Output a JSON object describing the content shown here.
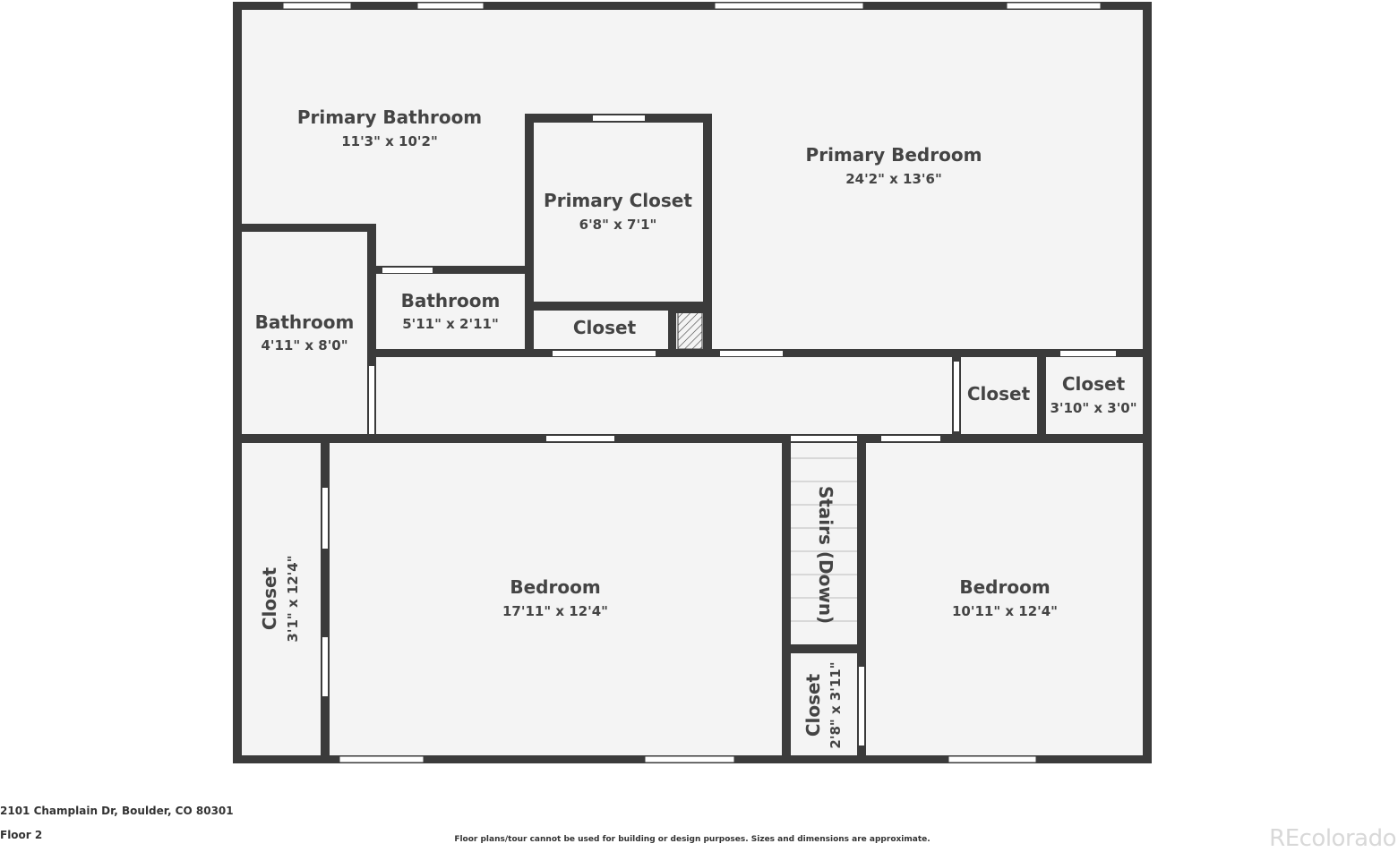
{
  "colors": {
    "wall": "#3b3b3b",
    "floor": "#f4f4f4",
    "opening": "#ffffff",
    "text": "#444444"
  },
  "rooms": {
    "primary_bathroom": {
      "name": "Primary Bathroom",
      "dims": "11'3\" x 10'2\""
    },
    "primary_closet": {
      "name": "Primary Closet",
      "dims": "6'8\" x 7'1\""
    },
    "primary_bedroom": {
      "name": "Primary Bedroom",
      "dims": "24'2\" x 13'6\""
    },
    "bathroom_small": {
      "name": "Bathroom",
      "dims": "5'11\" x 2'11\""
    },
    "bathroom_left": {
      "name": "Bathroom",
      "dims": "4'11\" x 8'0\""
    },
    "closet_hall": {
      "name": "Closet"
    },
    "closet_east_a": {
      "name": "Closet"
    },
    "closet_east_b": {
      "name": "Closet",
      "dims": "3'10\" x 3'0\""
    },
    "closet_west": {
      "name": "Closet",
      "dims": "3'1\" x 12'4\""
    },
    "bedroom_left": {
      "name": "Bedroom",
      "dims": "17'11\" x 12'4\""
    },
    "stairs": {
      "name": "Stairs (Down)"
    },
    "closet_stairs": {
      "name": "Closet",
      "dims": "2'8\" x 3'11\""
    },
    "bedroom_right": {
      "name": "Bedroom",
      "dims": "10'11\" x 12'4\""
    }
  },
  "footer": {
    "address": "2101 Champlain Dr, Boulder, CO 80301",
    "floor": "Floor 2",
    "disclaimer": "Floor plans/tour cannot be used for building or design purposes. Sizes and dimensions are approximate.",
    "logo": "REcolorado"
  }
}
